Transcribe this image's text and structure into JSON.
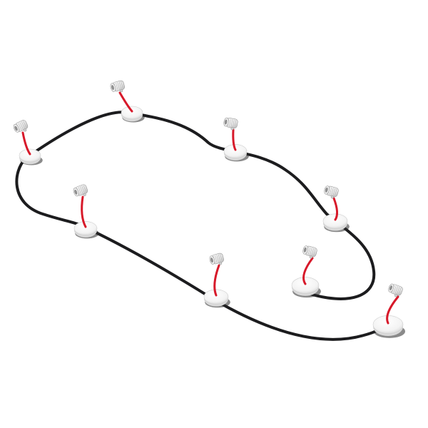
{
  "product": {
    "cable_color": "#1c1c1e",
    "stem_color": "#d7192a",
    "base_color": "#f6f6f6",
    "head_color": "#e9e9e9",
    "lens_color": "#8f8f8f"
  },
  "lights": [
    {
      "name": "light-1",
      "head": "spot-icon"
    },
    {
      "name": "light-2",
      "head": "spot-icon"
    },
    {
      "name": "light-3",
      "head": "spot-icon"
    },
    {
      "name": "light-4",
      "head": "spot-icon"
    },
    {
      "name": "light-5",
      "head": "spot-icon"
    },
    {
      "name": "light-6",
      "head": "spot-icon"
    },
    {
      "name": "light-7",
      "head": "spot-icon"
    },
    {
      "name": "light-8",
      "head": "spot-icon"
    }
  ]
}
